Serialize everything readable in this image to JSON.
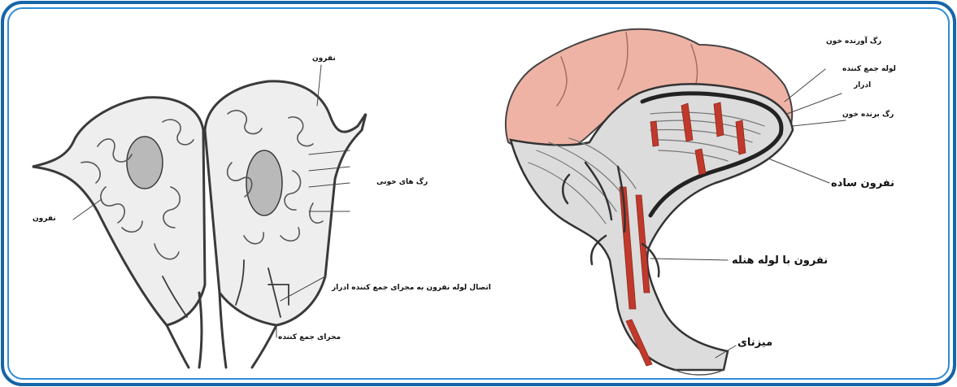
{
  "left_figure": {
    "labels": {
      "nephron_top": "نفرون",
      "nephron_left": "نفرون",
      "blood_vessels": "رگ های خونی",
      "connection": "اتصال لوله نفرون به مجرای جمع کننده ادرار",
      "collecting_duct": "مجرای جمع کننده"
    }
  },
  "right_figure": {
    "labels": {
      "afferent_vessel": "رگ آورنده خون",
      "collecting_tube": "لوله جمع کننده",
      "urine": "ادرار",
      "efferent_vessel": "رگ برنده خون",
      "simple_nephron": "نفرون ساده",
      "loop_nephron": "نفرون با لوله هنله",
      "ureter": "میزنای"
    }
  },
  "colors": {
    "frame_outer": "#1565a8",
    "frame_inner": "#2e8bd8",
    "cortex_pink": "#efb3a5",
    "vessel_red": "#c0392b",
    "ink": "#222222"
  }
}
